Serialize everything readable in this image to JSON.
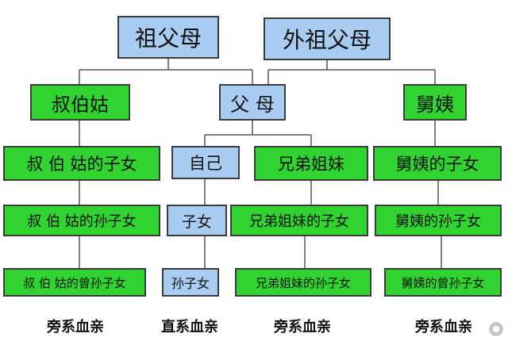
{
  "colors": {
    "direct_box": "#a9ccf2",
    "collateral_box": "#30d330",
    "border": "#3c3c3c",
    "line": "#555555"
  },
  "nodes": {
    "grandparents": "祖父母",
    "maternal_grandparents": "外祖父母",
    "uncles_aunts_paternal": "叔伯姑",
    "parents": "父 母",
    "uncles_aunts_maternal": "舅姨",
    "paternal_cousins": "叔 伯 姑的子女",
    "self": "自己",
    "siblings": "兄弟姐妹",
    "maternal_cousins": "舅姨的子女",
    "paternal_cousins_children": "叔 伯 姑的孙子女",
    "children": "子女",
    "siblings_children": "兄弟姐妹的子女",
    "maternal_cousins_children": "舅姨的孙子女",
    "paternal_great_grandchildren": "叔 伯 姑的曾孙子女",
    "grandchildren": "孙子女",
    "siblings_grandchildren": "兄弟姐妹的孙子女",
    "maternal_great_grandchildren": "舅姨的曾孙子女"
  },
  "captions": {
    "left": "旁系血亲",
    "center": "直系血亲",
    "right_center": "旁系血亲",
    "right": "旁系血亲"
  },
  "watermark": {
    "icon": "camera-circle-icon"
  }
}
